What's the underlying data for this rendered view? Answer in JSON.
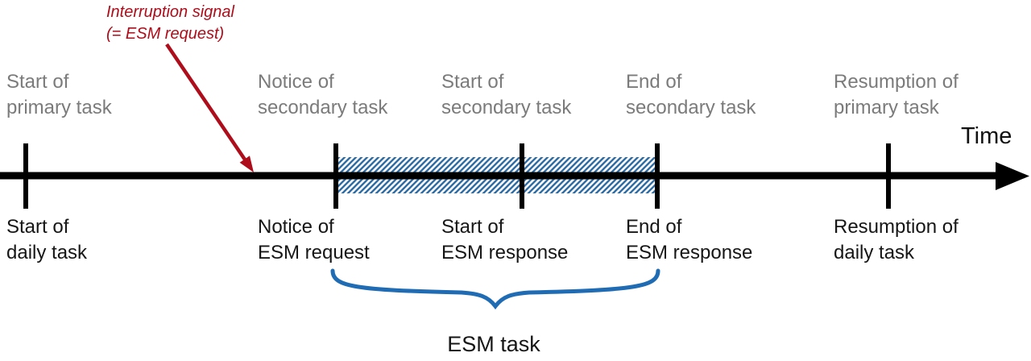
{
  "figure": {
    "type": "timeline-diagram",
    "axis_label": "Time"
  },
  "interruption_annotation": {
    "text": "Interruption signal\n(= ESM request)"
  },
  "timeline": {
    "events": [
      {
        "top_label": "Start of\nprimary task",
        "bottom_label": "Start of\ndaily task"
      },
      {
        "top_label": "Notice of\nsecondary task",
        "bottom_label": "Notice of\nESM request"
      },
      {
        "top_label": "Start of\nsecondary task",
        "bottom_label": "Start of\nESM response"
      },
      {
        "top_label": "End of\nsecondary task",
        "bottom_label": "End of\nESM response"
      },
      {
        "top_label": "Resumption of\nprimary task",
        "bottom_label": "Resumption of\ndaily task"
      }
    ]
  },
  "brace": {
    "label": "ESM task"
  },
  "colors": {
    "annotation_red": "#ae0d1b",
    "diagram_blue": "#1f6cb4",
    "hatch_blue": "#2e6da4",
    "top_label_gray": "#7b7b7b",
    "axis_black": "#000000"
  }
}
